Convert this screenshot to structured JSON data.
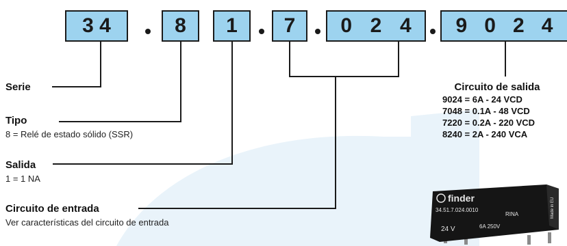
{
  "code_boxes": [
    "3 4",
    "8",
    "1",
    "7",
    "0",
    "2",
    "4",
    "9",
    "0",
    "2",
    "4"
  ],
  "separator": ".",
  "labels": {
    "serie": {
      "title": "Serie"
    },
    "tipo": {
      "title": "Tipo",
      "desc": "8 = Relé de estado sólido (SSR)"
    },
    "salida": {
      "title": "Salida",
      "desc": "1 = 1 NA"
    },
    "entrada": {
      "title": "Circuito de entrada",
      "desc": "Ver características del circuito de entrada"
    }
  },
  "output_circuit": {
    "title": "Circuito de salida",
    "options": [
      "9024 = 6A - 24 VCD",
      "7048 = 0.1A - 48 VCD",
      "7220 = 0.2A - 220 VCD",
      "8240 = 2A - 240 VCA"
    ]
  },
  "relay": {
    "brand": "finder",
    "model": "34.51.7.024.0010",
    "voltage": "24 V",
    "rating": "6A 250V",
    "origin": "Made in EU",
    "cert": "RINA"
  },
  "colors": {
    "box_fill": "#9dd3ef",
    "box_border": "#1a1a1a",
    "watermark": "#e9f3fa"
  }
}
